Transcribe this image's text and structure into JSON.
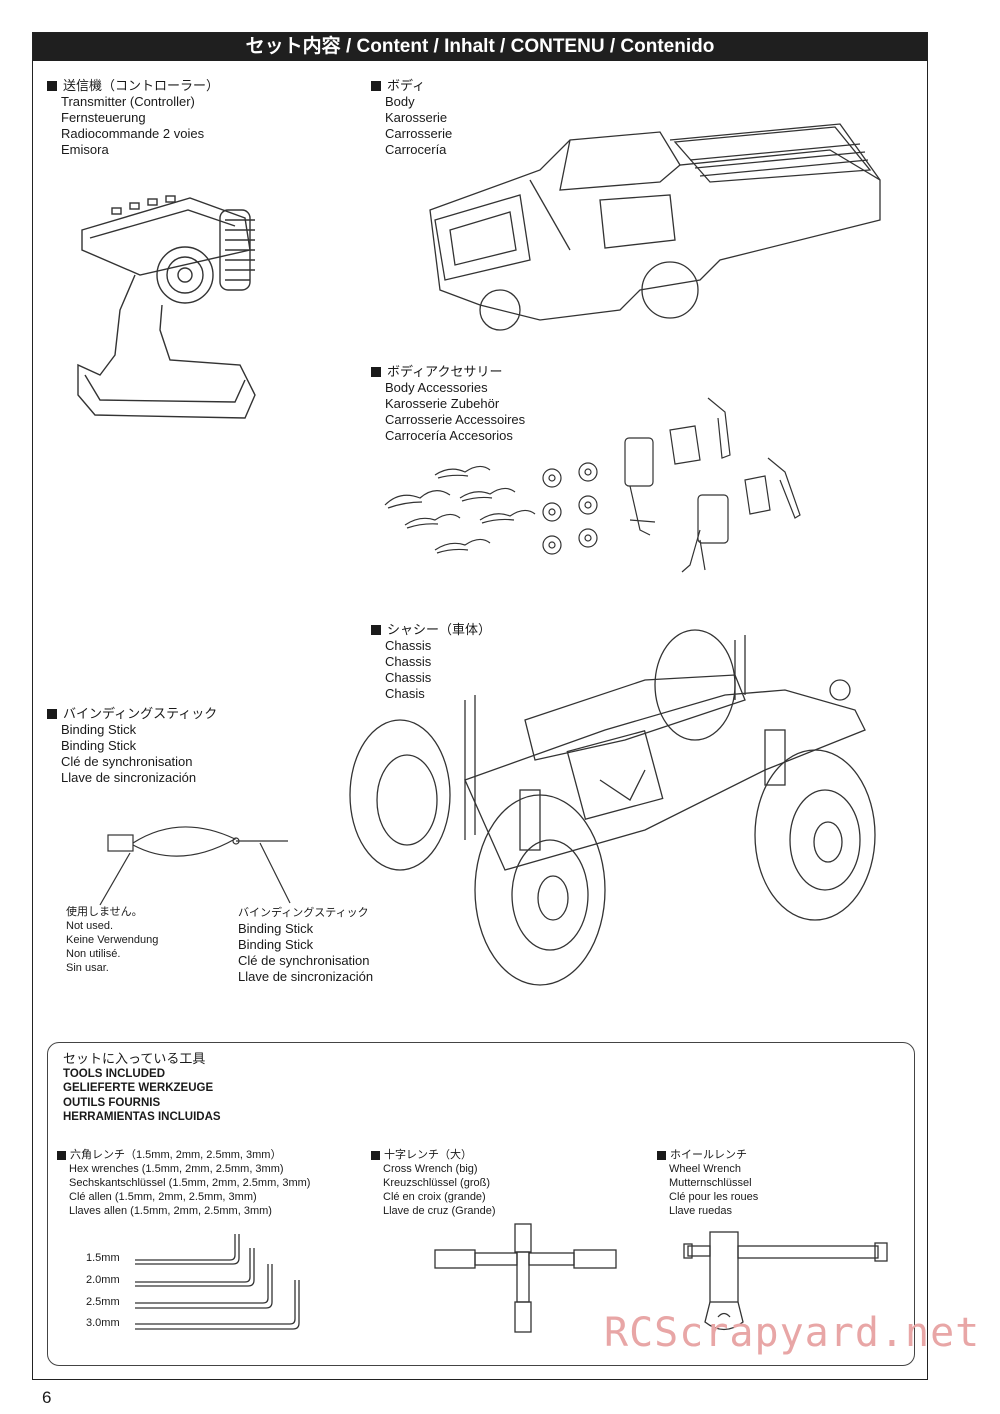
{
  "title": "セット内容 / Content / Inhalt  / CONTENU / Contenido",
  "sections": {
    "transmitter": [
      "送信機（コントローラー）",
      "Transmitter (Controller)",
      "Fernsteuerung",
      "Radiocommande 2 voies",
      "Emisora"
    ],
    "body": [
      "ボディ",
      "Body",
      "Karosserie",
      "Carrosserie",
      "Carrocería"
    ],
    "body_acc": [
      "ボディアクセサリー",
      "Body Accessories",
      "Karosserie Zubehör",
      "Carrosserie Accessoires",
      "Carrocería Accesorios"
    ],
    "chassis": [
      "シャシー（車体）",
      "Chassis",
      "Chassis",
      "Chassis",
      "Chasis"
    ],
    "binding": [
      "バインディングスティック",
      "Binding Stick",
      "Binding Stick",
      "Clé de synchronisation",
      "Llave de sincronización"
    ]
  },
  "binding_notes": {
    "not_used": [
      "使用しません。",
      "Not used.",
      "Keine Verwendung",
      "Non utilisé.",
      "Sin usar."
    ],
    "stick": [
      "バインディングスティック",
      "Binding Stick",
      "Binding Stick",
      "Clé de synchronisation",
      "Llave de sincronización"
    ]
  },
  "tools": {
    "header": [
      "セットに入っている工具",
      "TOOLS INCLUDED",
      "GELIEFERTE WERKZEUGE",
      "OUTILS FOURNIS",
      "HERRAMIENTAS INCLUIDAS"
    ],
    "hex": [
      "六角レンチ（1.5mm, 2mm, 2.5mm, 3mm）",
      "Hex wrenches (1.5mm, 2mm, 2.5mm, 3mm)",
      "Sechskantschlüssel (1.5mm, 2mm, 2.5mm, 3mm)",
      "Clé allen (1.5mm, 2mm, 2.5mm, 3mm)",
      "Llaves allen (1.5mm, 2mm, 2.5mm, 3mm)"
    ],
    "cross": [
      "十字レンチ（大）",
      "Cross Wrench (big)",
      "Kreuzschlüssel (groß)",
      "Clé en croix (grande)",
      "Llave de cruz (Grande)"
    ],
    "wheel": [
      "ホイールレンチ",
      "Wheel Wrench",
      "Mutternschlüssel",
      "Clé pour les roues",
      "Llave ruedas"
    ],
    "hex_sizes": [
      "1.5mm",
      "2.0mm",
      "2.5mm",
      "3.0mm"
    ]
  },
  "page_number": "6",
  "watermark": "RCScrapyard.net"
}
